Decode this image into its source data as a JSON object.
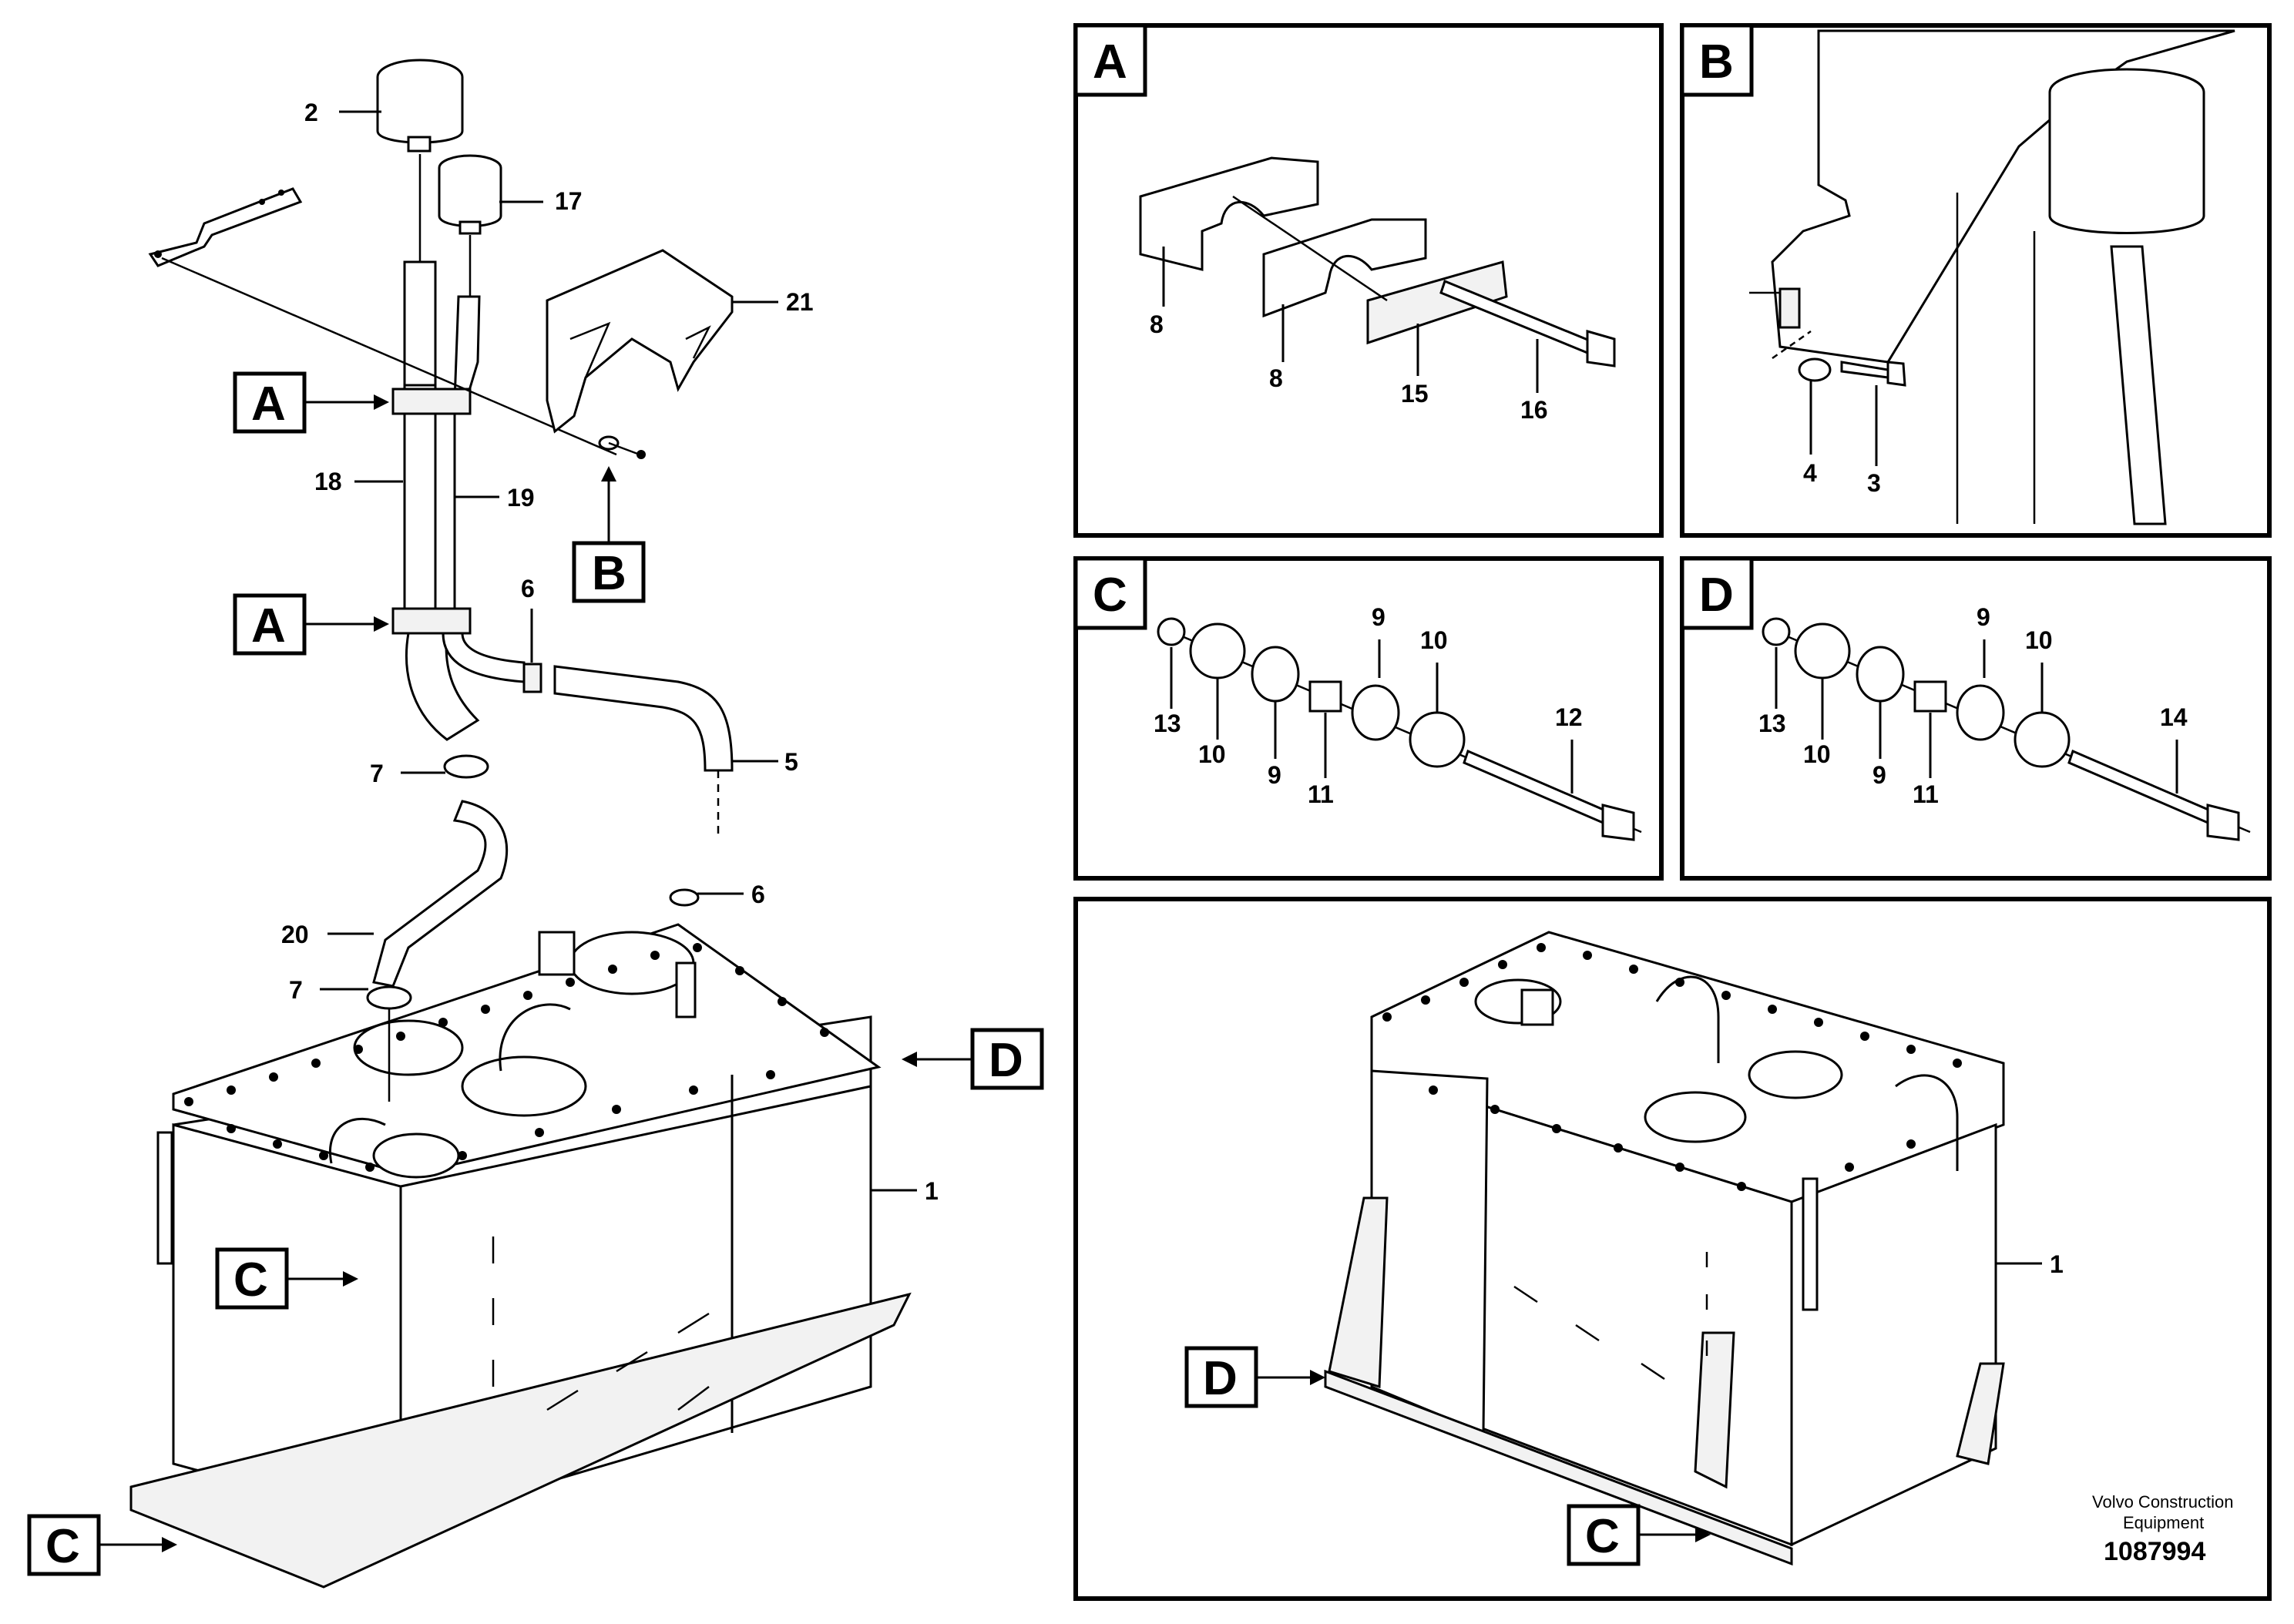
{
  "callouts": {
    "n1": "1",
    "n2": "2",
    "n3": "3",
    "n4": "4",
    "n5": "5",
    "n6": "6",
    "n7": "7",
    "n8": "8",
    "n9": "9",
    "n10": "10",
    "n11": "11",
    "n12": "12",
    "n13": "13",
    "n14": "14",
    "n15": "15",
    "n16": "16",
    "n17": "17",
    "n18": "18",
    "n19": "19",
    "n20": "20",
    "n21": "21"
  },
  "detail_labels": {
    "A": "A",
    "B": "B",
    "C": "C",
    "D": "D"
  },
  "footer": {
    "brand_line1": "Volvo Construction",
    "brand_line2": "Equipment",
    "drawing_number": "1087994"
  }
}
